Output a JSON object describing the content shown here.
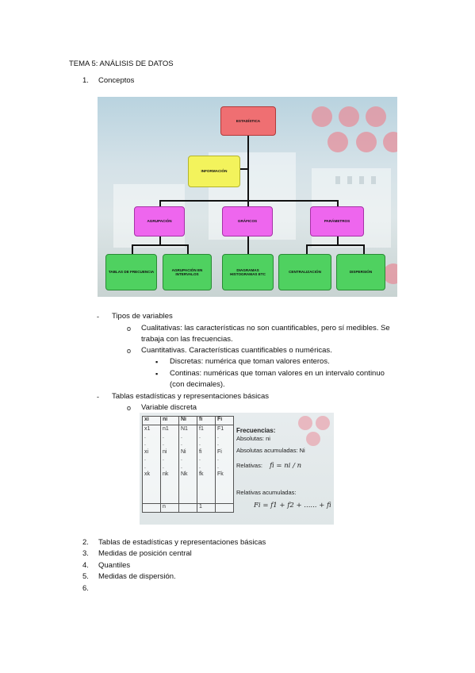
{
  "header": {
    "title": "TEMA 5: ANÁLISIS DE DATOS"
  },
  "section1": {
    "number": "1.",
    "title": "Conceptos"
  },
  "concept_map": {
    "root": "ESTADÍSTICA",
    "info": "INFORMACIÓN",
    "level2": [
      "AGRUPACIÓN",
      "GRÁFICOS",
      "PARÁMETROS"
    ],
    "level3": [
      "TABLAS DE FRECUENCIA",
      "AGRUPACIÓN EN INTERVALOS",
      "DIAGRAMAS HISTOGRAMAS ETC",
      "CENTRALIZACIÓN",
      "DISPERSIÓN"
    ],
    "colors": {
      "root": "#ef6f72",
      "info": "#f3f35c",
      "level2": "#ee66ee",
      "level3": "#4fd160"
    }
  },
  "variables": {
    "dash": "-",
    "title": "Tipos de variables",
    "bullet": "o",
    "square": "▪",
    "cualitativas_l1": "Cualitativas: las características no son cuantificables, pero sí medibles. Se",
    "cualitativas_l2": "trabaja con las frecuencias.",
    "cuantitativas": "Cuantitativas. Características cuantificables o numéricas.",
    "discretas": "Discretas: numérica que toman valores enteros.",
    "continuas_l1": "Continas: numéricas que toman valores en un intervalo continuo",
    "continuas_l2": "(con decimales)."
  },
  "tablas": {
    "dash": "-",
    "title": "Tablas estadísticas y representaciones básicas",
    "bullet": "o",
    "sub": "Variable discreta"
  },
  "freq_table": {
    "headers": [
      "xi",
      "ni",
      "Ni",
      "fi",
      "Fi"
    ],
    "col_x": "x1\n.\n.\nxi\n.\n.\nxk",
    "col_n": "n1\n.\n.\nni\n.\n.\nnk",
    "col_N": "N1\n.\n.\nNi\n.\n.\nNk",
    "col_f": "f1\n.\n.\nfi\n.\n.\nfk",
    "col_F": "F1\n.\n.\nFi\n.\n.\nFk",
    "total_n": "n",
    "total_f": "1",
    "frecuencias": "Frecuencias:",
    "absolutas": "Absolutas: ni",
    "abs_acum": "Absolutas acumuladas: Ni",
    "relativas": "Relativas:",
    "rel_formula": "fi = ni / n",
    "rel_acum": "Relativas acumuladas:",
    "acum_formula": "Fi = f1 + f2 + ...... + fi"
  },
  "list": [
    {
      "num": "2.",
      "text": "Tablas de estadísticas y representaciones básicas"
    },
    {
      "num": "3.",
      "text": "Medidas de posición central"
    },
    {
      "num": "4.",
      "text": "Quantiles"
    },
    {
      "num": "5.",
      "text": "Medidas de dispersión."
    },
    {
      "num": "6.",
      "text": ""
    }
  ]
}
